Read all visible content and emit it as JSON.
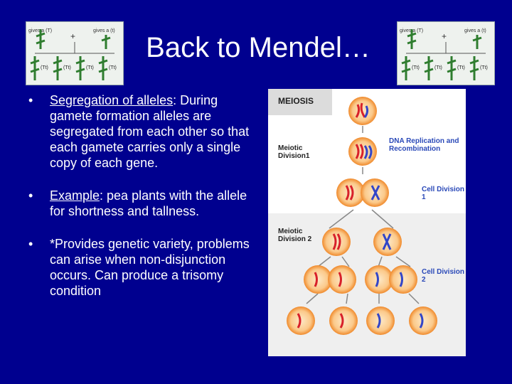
{
  "slide": {
    "title": "Back to Mendel…",
    "bullets": [
      {
        "lead": "Segregation of alleles",
        "text": ": During gamete formation alleles are segregated from each other so that each gamete carries only a single copy of each gene."
      },
      {
        "lead": "Example",
        "text": ": pea plants with the allele for shortness and tallness."
      },
      {
        "lead": "",
        "text": "*Provides genetic variety, problems can arise when non-disjunction occurs. Can produce a trisomy condition"
      }
    ],
    "bullet_symbol": "•"
  },
  "genetics_image": {
    "left_label": "gives a (T)",
    "right_label": "gives a (t)",
    "cross_symbol": "+",
    "genotypes": [
      "(Tt)",
      "(Tt)",
      "(Tt)",
      "(Tt)"
    ]
  },
  "meiosis_diagram": {
    "header": "MEIOSIS",
    "meiotic_division_1": "Meiotic Division1",
    "dna_label": "DNA Replication and Recombination",
    "cell_division_1": "Cell Division 1",
    "meiotic_division_2": "Meiotic Division 2",
    "cell_division_2": "Cell Division 2"
  },
  "colors": {
    "background": "#00008f",
    "text": "#ffffff",
    "cell_outer": "#f39a3c",
    "cell_inner": "#fde2b8",
    "chromosome_red": "#d8202a",
    "chromosome_blue": "#3346c8",
    "label_blue": "#2a49b8"
  }
}
